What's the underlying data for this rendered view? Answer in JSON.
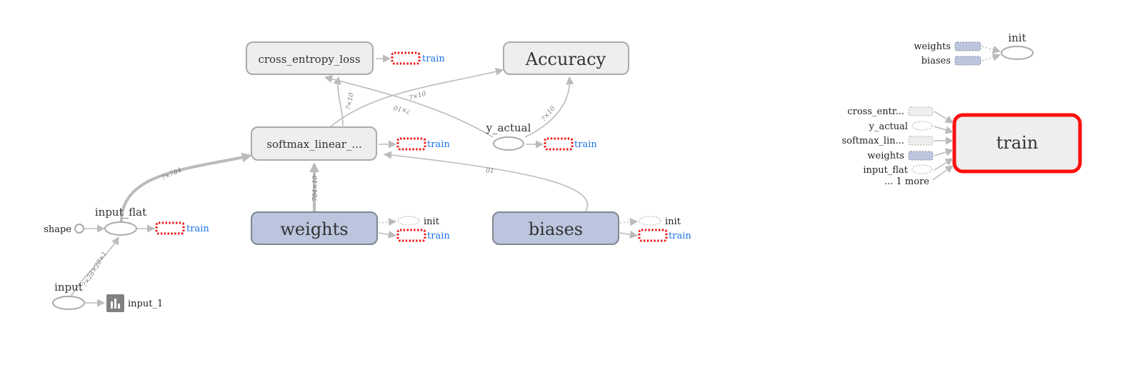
{
  "nodes": {
    "cross_entropy_loss": "cross_entropy_loss",
    "accuracy": "Accuracy",
    "softmax_linear": "softmax_linear_...",
    "y_actual": "y_actual",
    "weights": "weights",
    "biases": "biases",
    "input_flat": "input_flat",
    "shape": "shape",
    "input": "input",
    "input_1": "input_1"
  },
  "aux_labels": {
    "train": "train",
    "init": "init"
  },
  "edge_labels": {
    "ce_from_softmax": "?×10",
    "acc_from_softmax": "?×10",
    "ce_from_yactual": "?×10",
    "acc_from_yactual": "?×10",
    "softmax_from_weights": "784×10",
    "softmax_from_flat": "?×784",
    "softmax_from_biases": "10",
    "flat_from_input": "?×28×28×1"
  },
  "init_panel": {
    "title": "init",
    "inputs": [
      "weights",
      "biases"
    ]
  },
  "train_panel": {
    "title": "train",
    "inputs": [
      "cross_entr...",
      "y_actual",
      "softmax_lin...",
      "weights",
      "input_flat"
    ],
    "more": "... 1 more"
  },
  "colors": {
    "node_fill": "#eeeeee",
    "variable_fill": "#bbc5dd",
    "control_dep": "#ee1111",
    "link": "#1a73e8",
    "highlight": "#ff0d0d"
  }
}
